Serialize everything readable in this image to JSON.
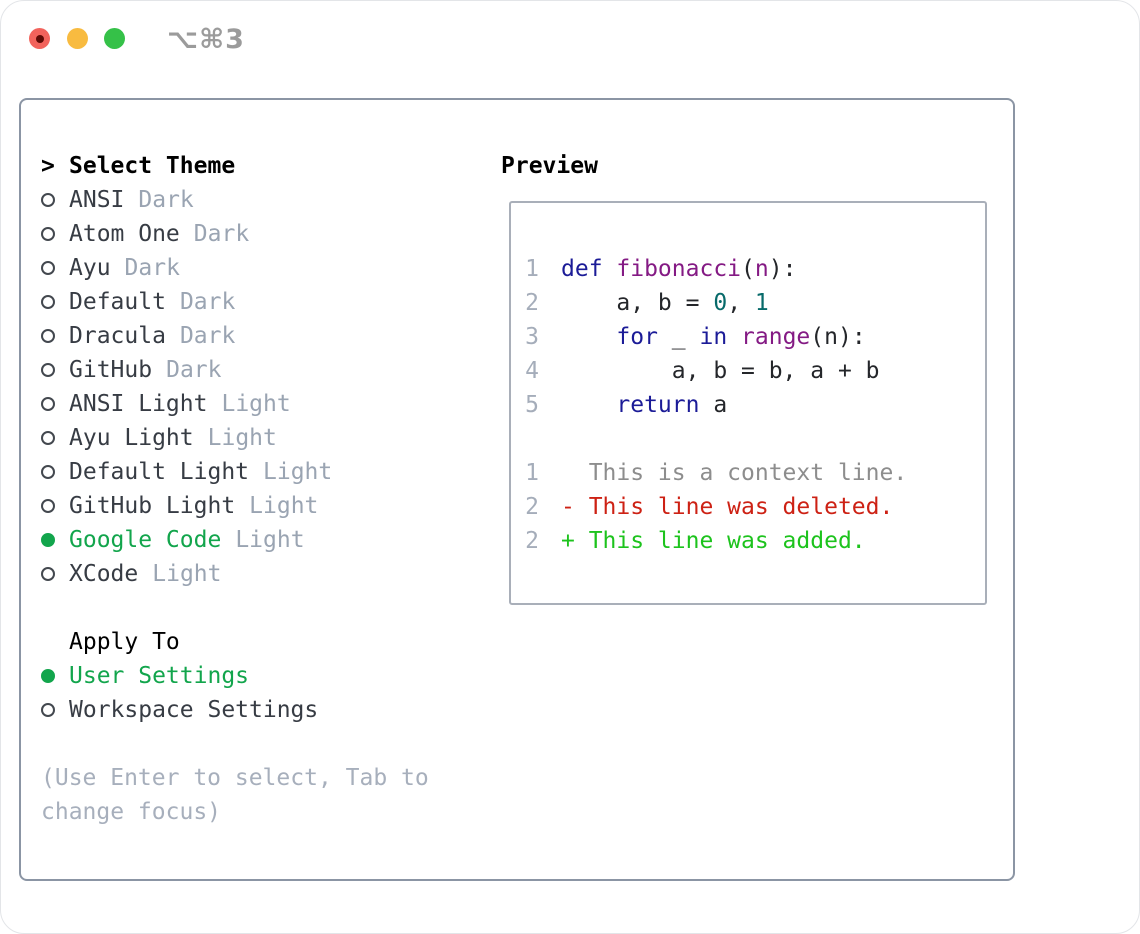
{
  "window": {
    "title": "⌥⌘3",
    "traffic_lights": [
      "close",
      "minimize",
      "zoom"
    ]
  },
  "colors": {
    "accent_green": "#12A54C",
    "added_green": "#1DC31D",
    "deleted_red": "#CD2114",
    "keyword_blue": "#1B1B97",
    "function_purple": "#841A84",
    "literal_teal": "#076A6A",
    "line_number_gray": "#A5ADBA",
    "context_gray": "#8D8D8D",
    "variant_gray": "#9AA4B2",
    "panel_border": "#8B95A4",
    "preview_border": "#A9AFB9",
    "traffic_red": "#F2635C",
    "traffic_yellow": "#F8BB40",
    "traffic_green": "#35C148"
  },
  "theme_panel": {
    "prompt": ">",
    "title": "Select Theme",
    "themes": [
      {
        "name": "ANSI",
        "variant": "Dark",
        "selected": false
      },
      {
        "name": "Atom One",
        "variant": "Dark",
        "selected": false
      },
      {
        "name": "Ayu",
        "variant": "Dark",
        "selected": false
      },
      {
        "name": "Default",
        "variant": "Dark",
        "selected": false
      },
      {
        "name": "Dracula",
        "variant": "Dark",
        "selected": false
      },
      {
        "name": "GitHub",
        "variant": "Dark",
        "selected": false
      },
      {
        "name": "ANSI Light",
        "variant": "Light",
        "selected": false
      },
      {
        "name": "Ayu Light",
        "variant": "Light",
        "selected": false
      },
      {
        "name": "Default Light",
        "variant": "Light",
        "selected": false
      },
      {
        "name": "GitHub Light",
        "variant": "Light",
        "selected": false
      },
      {
        "name": "Google Code",
        "variant": "Light",
        "selected": true
      },
      {
        "name": "XCode",
        "variant": "Light",
        "selected": false
      }
    ],
    "apply_to": {
      "title": "Apply To",
      "options": [
        {
          "label": "User Settings",
          "selected": true
        },
        {
          "label": "Workspace Settings",
          "selected": false
        }
      ]
    },
    "help_lines": [
      "(Use Enter to select, Tab to",
      "change focus)"
    ]
  },
  "preview": {
    "title": "Preview",
    "code_lines": [
      {
        "num": "1",
        "tokens": [
          {
            "t": "def ",
            "c": "kw"
          },
          {
            "t": "fibonacci",
            "c": "fn"
          },
          {
            "t": "(",
            "c": "pl"
          },
          {
            "t": "n",
            "c": "fn"
          },
          {
            "t": "):",
            "c": "pl"
          }
        ]
      },
      {
        "num": "2",
        "tokens": [
          {
            "t": "    a, b = ",
            "c": "pl"
          },
          {
            "t": "0",
            "c": "lit"
          },
          {
            "t": ", ",
            "c": "pl"
          },
          {
            "t": "1",
            "c": "lit"
          }
        ]
      },
      {
        "num": "3",
        "tokens": [
          {
            "t": "    ",
            "c": "pl"
          },
          {
            "t": "for",
            "c": "kw"
          },
          {
            "t": " _ ",
            "c": "pl"
          },
          {
            "t": "in",
            "c": "kw"
          },
          {
            "t": " ",
            "c": "pl"
          },
          {
            "t": "range",
            "c": "fn"
          },
          {
            "t": "(n):",
            "c": "pl"
          }
        ]
      },
      {
        "num": "4",
        "tokens": [
          {
            "t": "        a, b = b, a + b",
            "c": "pl"
          }
        ]
      },
      {
        "num": "5",
        "tokens": [
          {
            "t": "    ",
            "c": "pl"
          },
          {
            "t": "return",
            "c": "kw"
          },
          {
            "t": " a",
            "c": "pl"
          }
        ]
      }
    ],
    "diff_lines": [
      {
        "num": "1",
        "kind": "context",
        "text": "  This is a context line."
      },
      {
        "num": "2",
        "kind": "deleted",
        "text": "- This line was deleted."
      },
      {
        "num": "2",
        "kind": "added",
        "text": "+ This line was added."
      }
    ]
  }
}
